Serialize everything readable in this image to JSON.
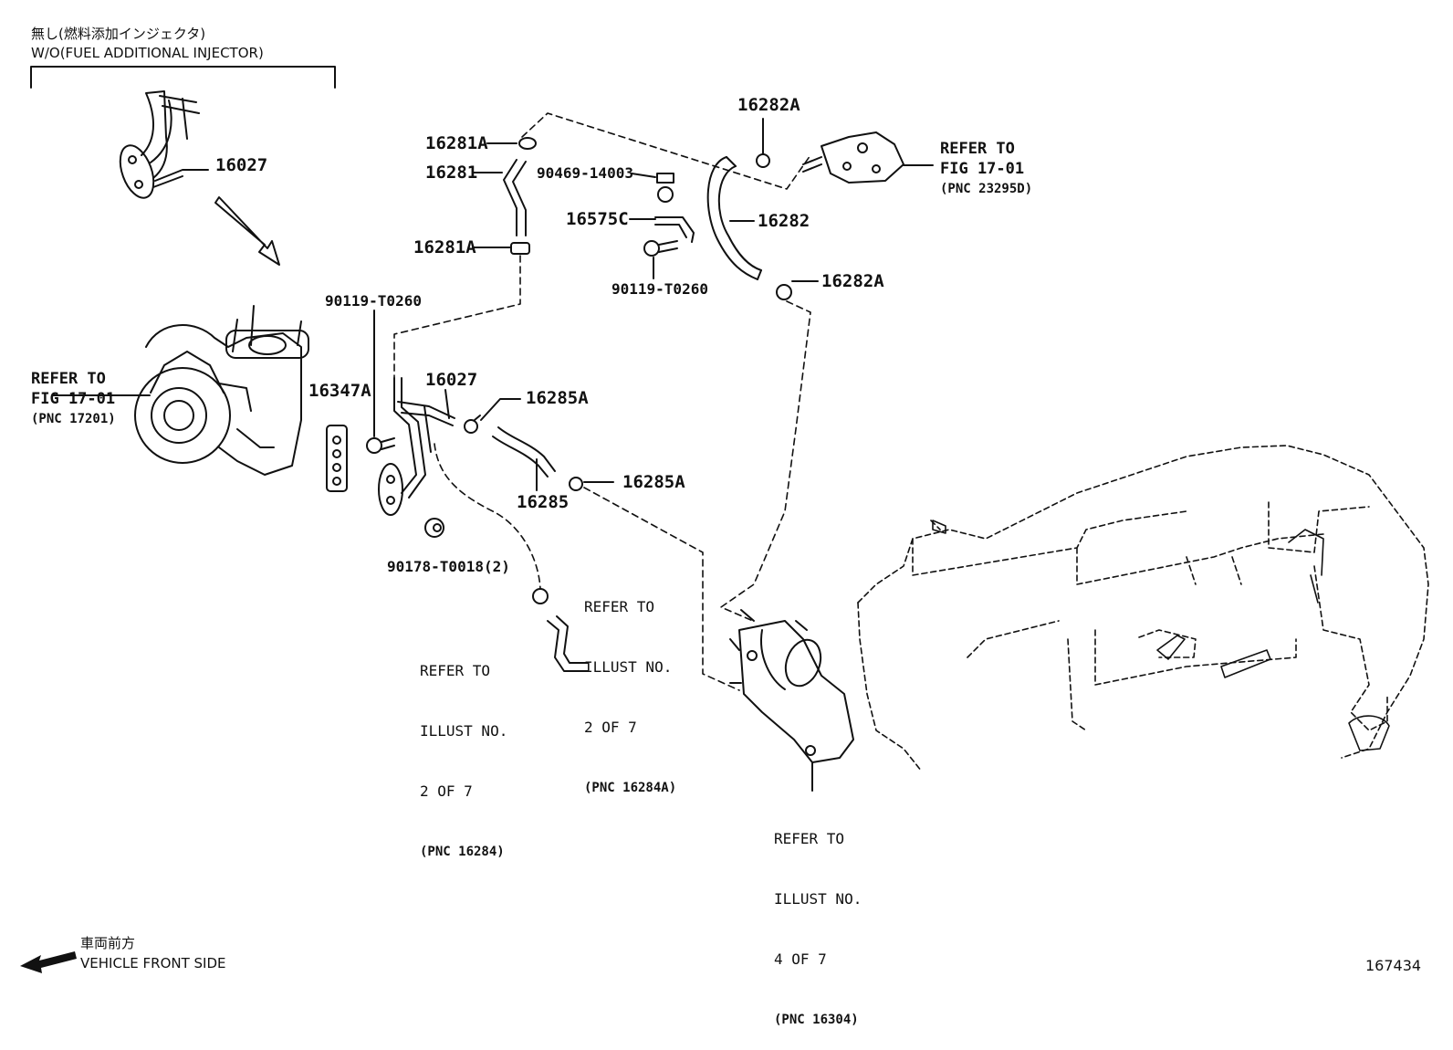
{
  "header": {
    "jp": "無し(燃料添加インジェクタ)",
    "en": "W/O(FUEL ADDITIONAL INJECTOR)"
  },
  "parts": {
    "p16027_top": "16027",
    "p16027_mid": "16027",
    "p16281A_top": "16281A",
    "p16281": "16281",
    "p16281A_bot": "16281A",
    "p90469": "90469-14003",
    "p16575C": "16575C",
    "p90119_right": "90119-T0260",
    "p16282A_top": "16282A",
    "p16282": "16282",
    "p16282A_bot": "16282A",
    "p90119_left": "90119-T0260",
    "p16347A": "16347A",
    "p16285A_top": "16285A",
    "p16285": "16285",
    "p16285A_bot": "16285A",
    "p90178": "90178-T0018(2)"
  },
  "refs": {
    "fig17_right": {
      "line1": "REFER TO",
      "line2": "FIG 17-01",
      "pnc": "(PNC 23295D)"
    },
    "fig17_left": {
      "line1": "REFER TO",
      "line2": "FIG 17-01",
      "pnc": "(PNC 17201)"
    },
    "illust_16284A": {
      "line1": "REFER TO",
      "line2": "ILLUST NO.",
      "line3": "2 OF 7",
      "pnc": "(PNC 16284A)"
    },
    "illust_16284": {
      "line1": "REFER TO",
      "line2": "ILLUST NO.",
      "line3": "2 OF 7",
      "pnc": "(PNC 16284)"
    },
    "illust_16304": {
      "line1": "REFER TO",
      "line2": "ILLUST NO.",
      "line3": "4 OF 7",
      "pnc": "(PNC 16304)"
    }
  },
  "footer": {
    "jp": "車両前方",
    "en": "VEHICLE FRONT SIDE",
    "illustration_no": "167434"
  }
}
